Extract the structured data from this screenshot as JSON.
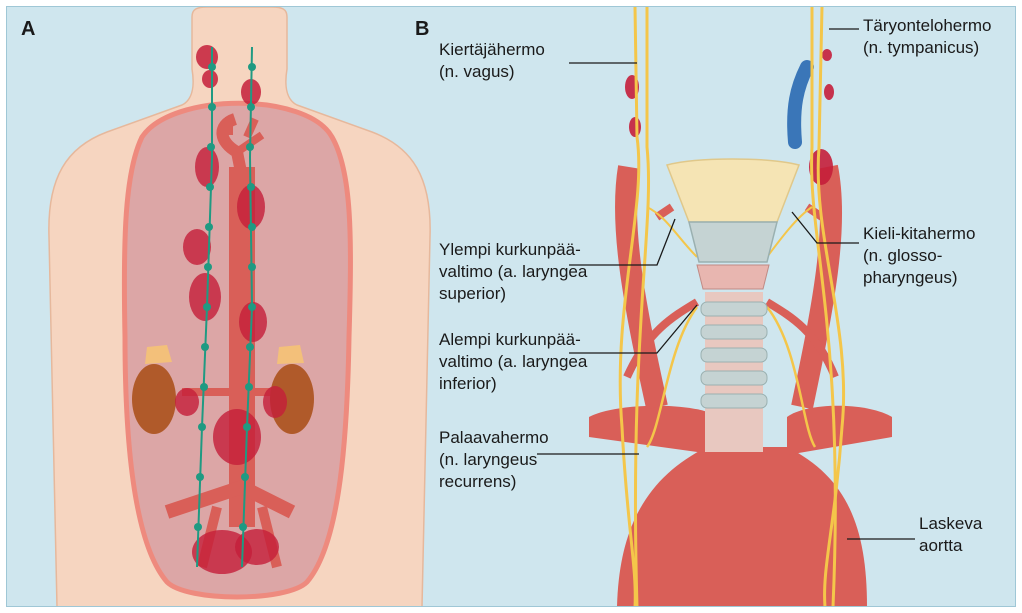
{
  "panels": {
    "a": {
      "letter": "A"
    },
    "b": {
      "letter": "B"
    }
  },
  "labels": {
    "vagus": [
      "Kiertäjähermo",
      "(n. vagus)"
    ],
    "tympanicus": [
      "Täryontelohermo",
      "(n. tympanicus)"
    ],
    "glosso": [
      "Kieli-kitahermo",
      "(n. glosso-",
      "pharyngeus)"
    ],
    "laryngea_superior": [
      "Ylempi kurkunpää-",
      "valtimo (a. laryngea",
      "superior)"
    ],
    "laryngea_inferior": [
      "Alempi kurkunpää-",
      "valtimo (a. laryngea",
      "inferior)"
    ],
    "recurrens": [
      "Palaavahermo",
      "(n. laryngeus",
      "recurrens)"
    ],
    "aorta": [
      "Laskeva",
      "aortta"
    ]
  },
  "colors": {
    "background": "#cfe6ee",
    "skin": "#f6d5c0",
    "cavity": "#dca6a6",
    "artery": "#d95f58",
    "lesion": "#c41e3a",
    "lymph": "#1f9a82",
    "nerve": "#f4c64a",
    "vein": "#3a76b8",
    "kidney": "#b05a2a",
    "cartilage": "#f5e4b4",
    "trachea": "#c5d3d3"
  }
}
